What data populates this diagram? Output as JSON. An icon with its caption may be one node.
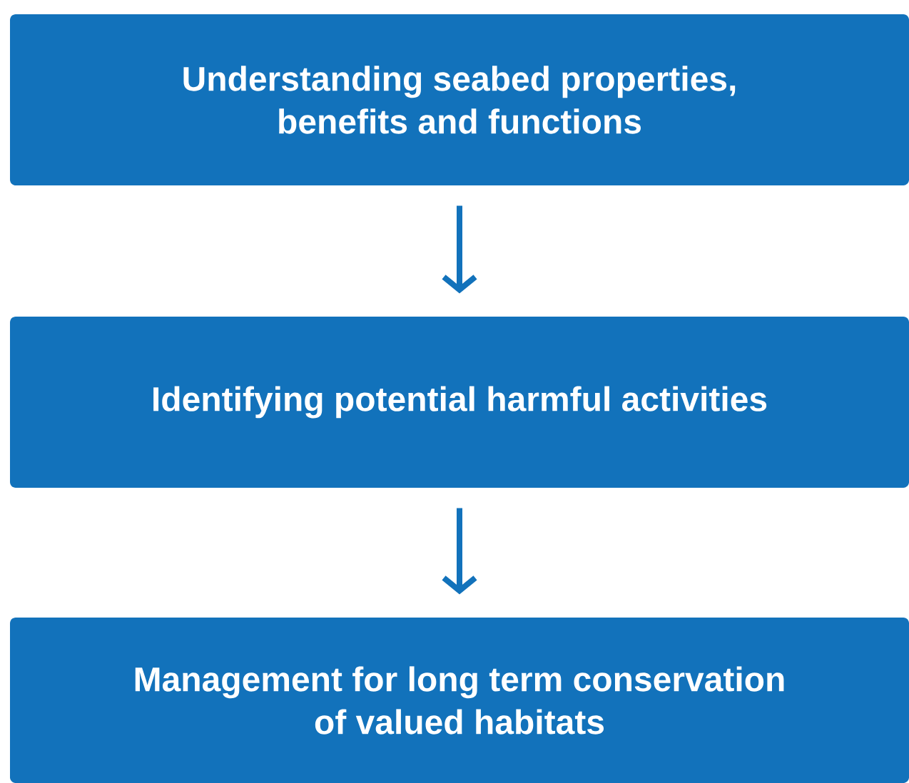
{
  "diagram": {
    "nodes": [
      {
        "text": [
          "Understanding seabed properties, benefits and functions"
        ]
      },
      {
        "text": [
          "Identifying potential harmful activities"
        ]
      },
      {
        "text": [
          "Management for long term conservation of valued habitats"
        ]
      }
    ],
    "edges": [
      {
        "from": 0,
        "to": 1,
        "arrow": "to"
      },
      {
        "from": 1,
        "to": 2,
        "arrow": "to"
      }
    ]
  }
}
